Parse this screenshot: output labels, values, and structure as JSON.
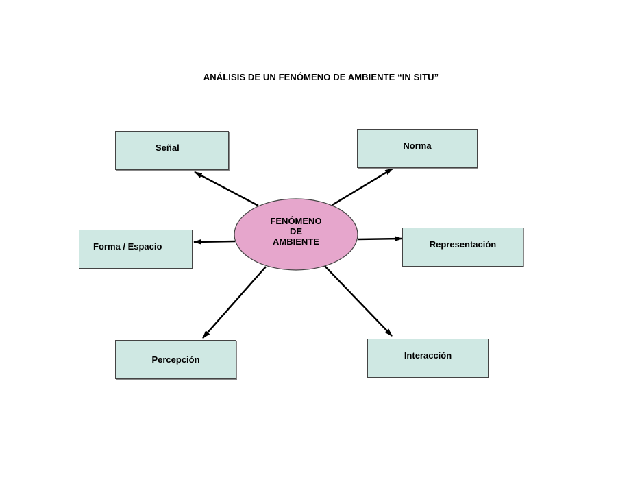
{
  "title": "ANÁLISIS DE UN FENÓMENO DE AMBIENTE “IN SITU”",
  "center": {
    "lines": [
      "FENÓMENO",
      "DE",
      "AMBIENTE"
    ]
  },
  "nodes": {
    "senal": "Señal",
    "norma": "Norma",
    "forma_espacio": "Forma / Espacio",
    "representacion": "Representación",
    "percepcion": "Percepción",
    "interaccion": "Interacción"
  },
  "colors": {
    "box_fill": "#cfe8e3",
    "ellipse_fill": "#e6a6cc",
    "arrow": "#000000"
  }
}
